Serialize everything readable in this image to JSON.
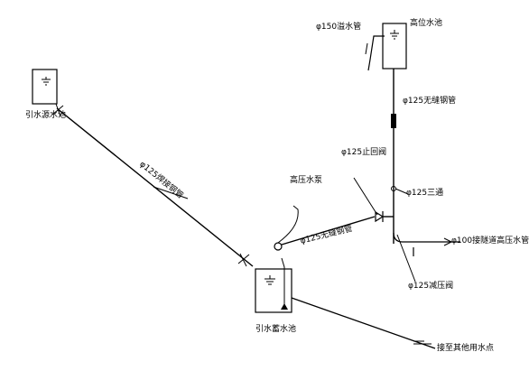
{
  "labels": {
    "source_pool": "引水源水池",
    "pipe_phi125_slanted": "φ125焊接钢管",
    "storage_pool": "引水蓄水池",
    "high_pressure_pump": "高压水泵",
    "pipe_phi125_seamless_low": "φ125无缝钢管",
    "check_valve": "φ125止回阀",
    "tee": "φ125三通",
    "pipe_phi100_tunnel": "φ100接隧道高压水管",
    "pressure_reducer": "φ125减压阀",
    "overflow_pipe": "φ150溢水管",
    "high_pool": "高位水池",
    "pipe_phi125_seamless_up": "φ125无缝钢管",
    "to_other_users": "接至其他用水点"
  }
}
